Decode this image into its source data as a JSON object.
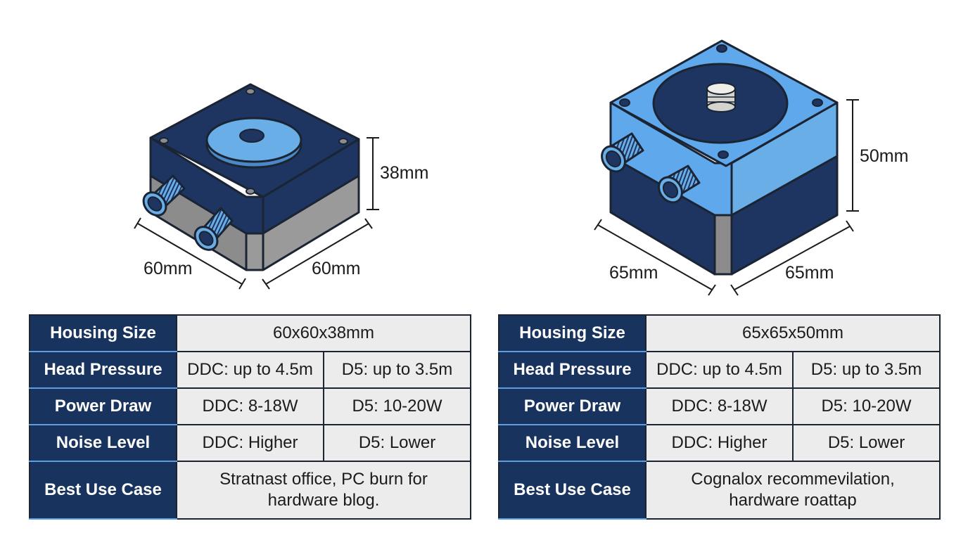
{
  "left_pump": {
    "dimensions": {
      "height": "38mm",
      "width": "60mm",
      "depth": "60mm"
    },
    "colors": {
      "body": "#1d3560",
      "top_disc": "#6aaee8",
      "base": "#8c8c8c"
    },
    "table": {
      "rows": [
        {
          "label": "Housing Size",
          "values": [
            "60x60x38mm"
          ]
        },
        {
          "label": "Head Pressure",
          "values": [
            "DDC: up to 4.5m",
            "D5: up to 3.5m"
          ]
        },
        {
          "label": "Power Draw",
          "values": [
            "DDC: 8-18W",
            "D5: 10-20W"
          ]
        },
        {
          "label": "Noise Level",
          "values": [
            "DDC: Higher",
            "D5: Lower"
          ]
        },
        {
          "label": "Best Use Case",
          "values": [
            "Stratnast office, PC burn for hardware blog."
          ]
        }
      ]
    }
  },
  "right_pump": {
    "dimensions": {
      "height": "50mm",
      "width": "65mm",
      "depth": "65mm"
    },
    "colors": {
      "body": "#5fa8ec",
      "top_recess": "#1d3560",
      "base": "#1d3560",
      "plug": "#efefea"
    },
    "table": {
      "rows": [
        {
          "label": "Housing Size",
          "values": [
            "65x65x50mm"
          ]
        },
        {
          "label": "Head Pressure",
          "values": [
            "DDC: up to 4.5m",
            "D5: up to 3.5m"
          ]
        },
        {
          "label": "Power Draw",
          "values": [
            "DDC: 8-18W",
            "D5: 10-20W"
          ]
        },
        {
          "label": "Noise Level",
          "values": [
            "DDC: Higher",
            "D5: Lower"
          ]
        },
        {
          "label": "Best Use Case",
          "values": [
            "Cognalox recommevilation, hardware roattap"
          ]
        }
      ]
    }
  },
  "colors": {
    "label_bg": "#17335e",
    "label_text": "#ffffff",
    "value_bg": "#ececec",
    "label_divider": "#5d9ee0",
    "border": "#1b2433"
  }
}
